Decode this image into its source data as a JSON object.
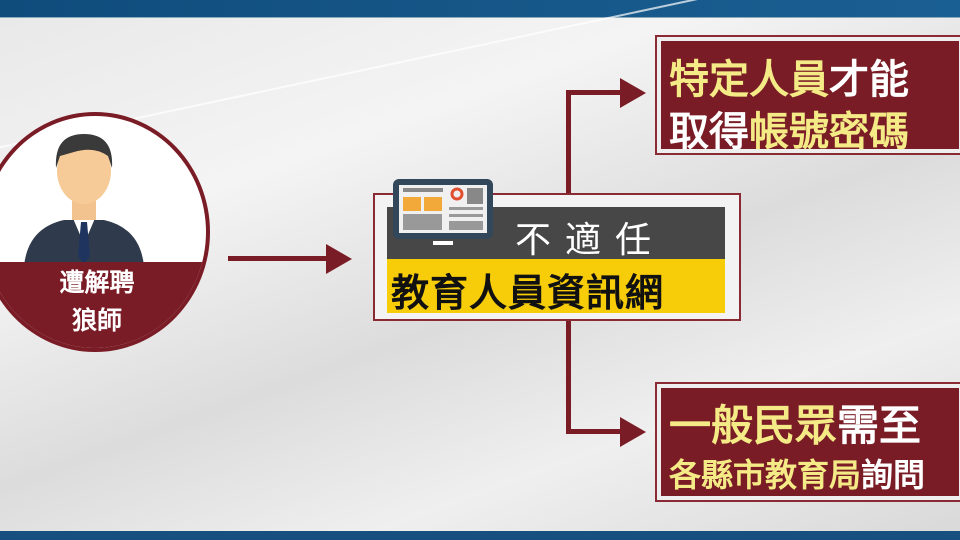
{
  "left": {
    "line1": "遭解聘",
    "line2": "狼師"
  },
  "center": {
    "top": "不適任",
    "bottom": "教育人員資訊網"
  },
  "top_right": {
    "l1_yellow": "特定人員",
    "l1_white": "才能",
    "l2_white": "取得",
    "l2_yellow": "帳號密碼"
  },
  "bottom_right": {
    "l1_yellow": "一般民眾",
    "l1_white": "需至",
    "l2_yellow": "各縣市教育局",
    "l2_white": "詢問"
  },
  "colors": {
    "accent": "#7a1c26",
    "highlight": "#f7cd0a",
    "text_yellow": "#f4ea86"
  }
}
